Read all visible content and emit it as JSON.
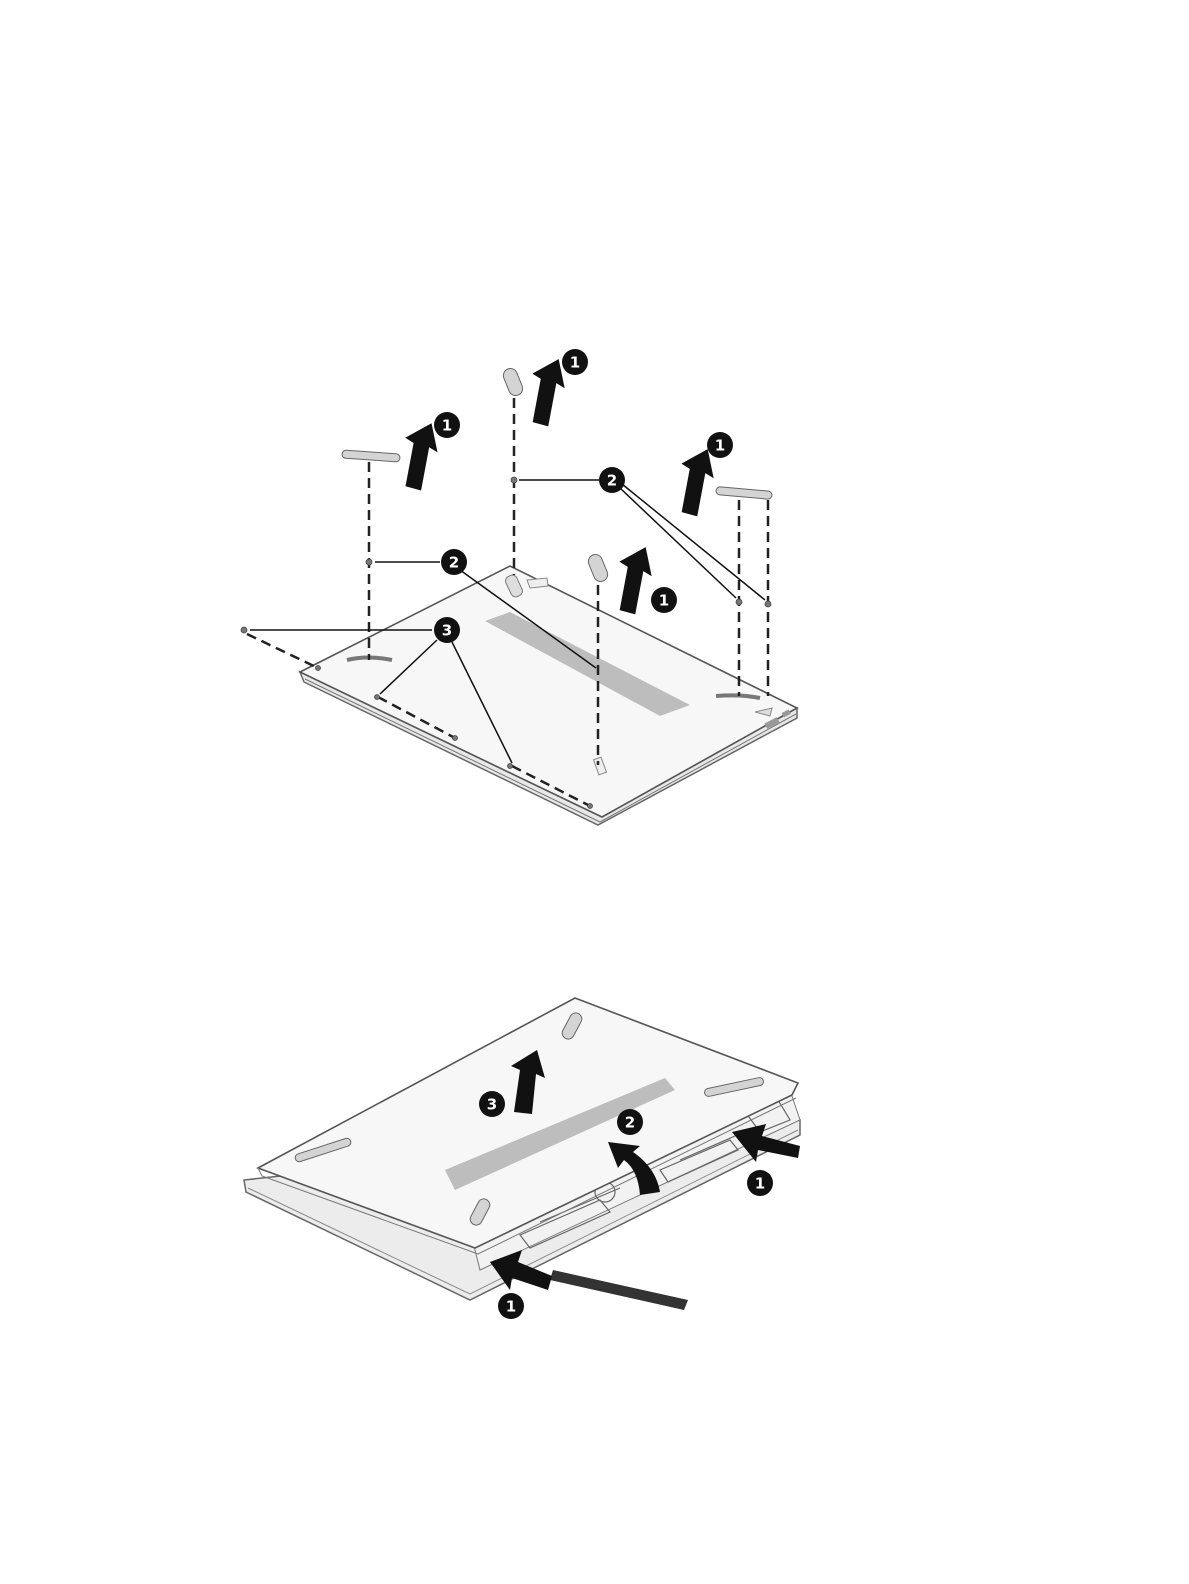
{
  "colors": {
    "callout_fill": "#111111",
    "callout_text": "#ffffff",
    "cover_fill": "#f7f7f7",
    "outline": "#555555",
    "label_strip": "#bdbdbd",
    "foot_fill": "#d4d4d4",
    "arrow_fill": "#111111",
    "tool_fill": "#333333"
  },
  "figure_top": {
    "callouts": [
      "1",
      "1",
      "1",
      "1",
      "2",
      "2",
      "3"
    ]
  },
  "figure_bottom": {
    "callouts": [
      "3",
      "2",
      "1",
      "1"
    ]
  },
  "icons": {
    "lift_arrow": "arrow-up-icon",
    "pry_arrow": "curved-arrow-icon",
    "push_arrow": "arrow-left-icon",
    "tool": "pry-tool-icon"
  }
}
